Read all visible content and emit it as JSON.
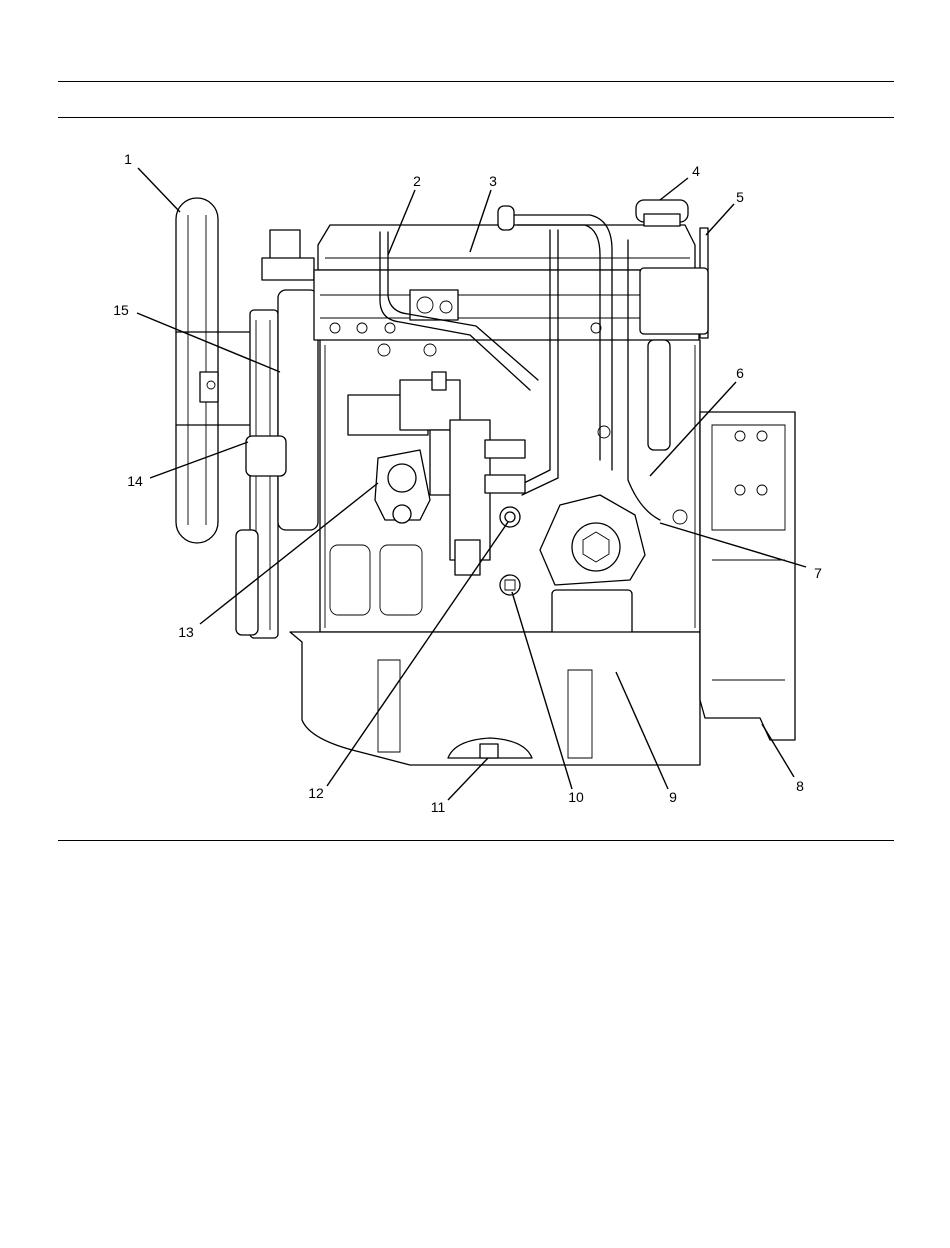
{
  "diagram": {
    "callouts": [
      {
        "id": "callout-1",
        "label": "1"
      },
      {
        "id": "callout-2",
        "label": "2"
      },
      {
        "id": "callout-3",
        "label": "3"
      },
      {
        "id": "callout-4",
        "label": "4"
      },
      {
        "id": "callout-5",
        "label": "5"
      },
      {
        "id": "callout-6",
        "label": "6"
      },
      {
        "id": "callout-7",
        "label": "7"
      },
      {
        "id": "callout-8",
        "label": "8"
      },
      {
        "id": "callout-9",
        "label": "9"
      },
      {
        "id": "callout-10",
        "label": "10"
      },
      {
        "id": "callout-11",
        "label": "11"
      },
      {
        "id": "callout-12",
        "label": "12"
      },
      {
        "id": "callout-13",
        "label": "13"
      },
      {
        "id": "callout-14",
        "label": "14"
      },
      {
        "id": "callout-15",
        "label": "15"
      }
    ]
  }
}
